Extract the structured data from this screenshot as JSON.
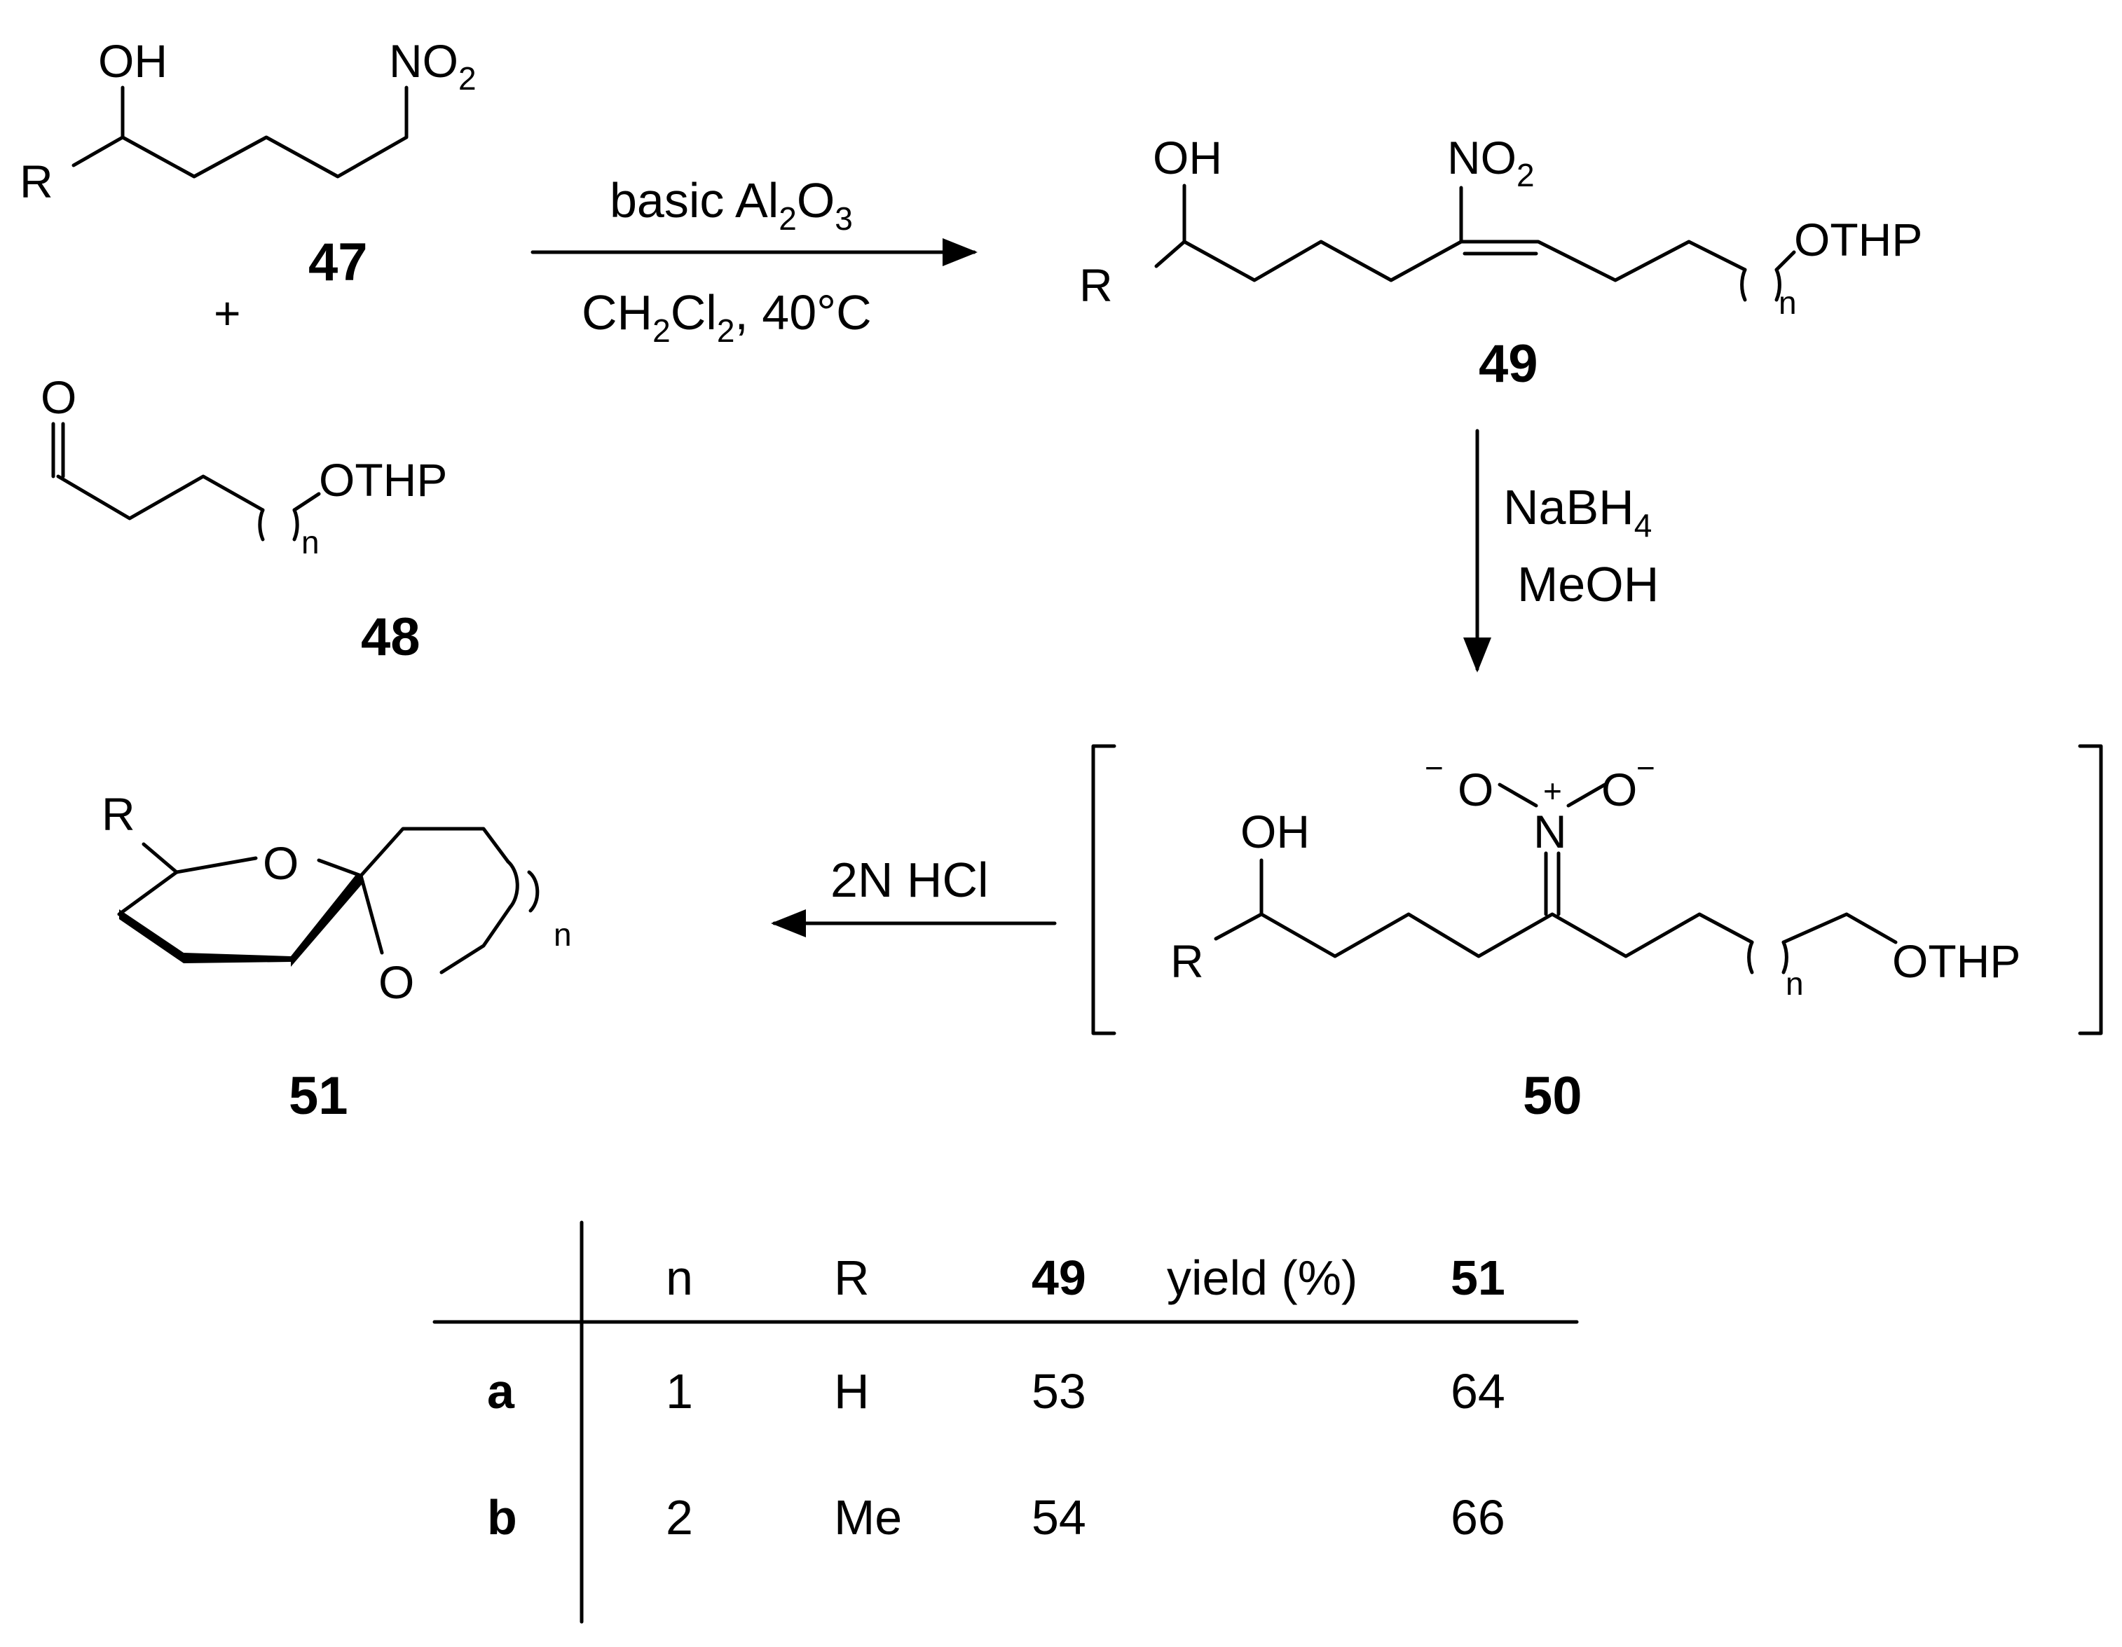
{
  "compounds": {
    "c47": "47",
    "c48": "48",
    "c49": "49",
    "c50": "50",
    "c51": "51"
  },
  "atoms": {
    "R": "R",
    "OH": "OH",
    "NO": "NO",
    "two": "2",
    "N": "N",
    "O": "O",
    "OTHP": "OTHP",
    "n": "n",
    "plus": "+",
    "minus": "−"
  },
  "reagents": {
    "step1_top_a": "basic Al",
    "step1_top_sub1": "2",
    "step1_top_b": "O",
    "step1_top_sub2": "3",
    "step1_bot_a": "CH",
    "step1_bot_sub1": "2",
    "step1_bot_b": "Cl",
    "step1_bot_sub2": "2",
    "step1_bot_c": ", 40°C",
    "step2_a": "NaBH",
    "step2_sub": "4",
    "step2_b": "MeOH",
    "step3": "2N HCl"
  },
  "table": {
    "headers": [
      "n",
      "R",
      "49",
      "yield (%)",
      "51"
    ],
    "rows": [
      {
        "label": "a",
        "n": "1",
        "R": "H",
        "y49": "53",
        "y51": "64"
      },
      {
        "label": "b",
        "n": "2",
        "R": "Me",
        "y49": "54",
        "y51": "66"
      }
    ]
  },
  "colors": {
    "ink": "#000000",
    "background": "#ffffff"
  }
}
